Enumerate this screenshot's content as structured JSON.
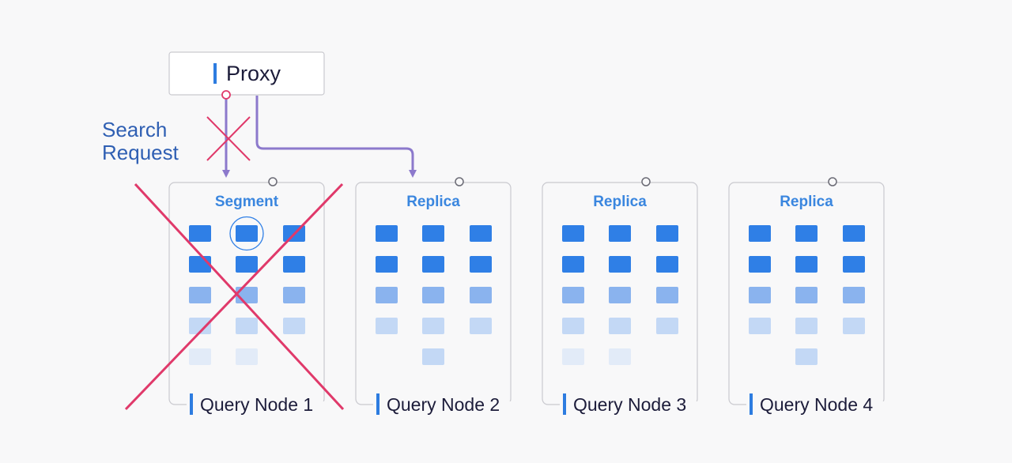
{
  "proxy": {
    "label": "Proxy"
  },
  "search_request": {
    "line1": "Search",
    "line2": "Request"
  },
  "nodes": [
    {
      "label": "Query Node 1",
      "header": "Segment",
      "failed": true,
      "rows": [
        [
          "full",
          "full",
          "full"
        ],
        [
          "full",
          "full",
          "full"
        ],
        [
          "mid",
          "mid",
          "mid"
        ],
        [
          "light",
          "light",
          "light"
        ],
        [
          "faint",
          "faint",
          "none"
        ]
      ]
    },
    {
      "label": "Query Node 2",
      "header": "Replica",
      "failed": false,
      "rows": [
        [
          "full",
          "full",
          "full"
        ],
        [
          "full",
          "full",
          "full"
        ],
        [
          "mid",
          "mid",
          "mid"
        ],
        [
          "light",
          "light",
          "light"
        ],
        [
          "none",
          "light",
          "none"
        ]
      ]
    },
    {
      "label": "Query Node 3",
      "header": "Replica",
      "failed": false,
      "rows": [
        [
          "full",
          "full",
          "full"
        ],
        [
          "full",
          "full",
          "full"
        ],
        [
          "mid",
          "mid",
          "mid"
        ],
        [
          "light",
          "light",
          "light"
        ],
        [
          "faint",
          "faint",
          "none"
        ]
      ]
    },
    {
      "label": "Query Node 4",
      "header": "Replica",
      "failed": false,
      "rows": [
        [
          "full",
          "full",
          "full"
        ],
        [
          "full",
          "full",
          "full"
        ],
        [
          "mid",
          "mid",
          "mid"
        ],
        [
          "light",
          "light",
          "light"
        ],
        [
          "none",
          "light",
          "none"
        ]
      ]
    }
  ],
  "colors": {
    "background": "#f8f8f9",
    "accent_blue": "#2d7ce0",
    "header_blue": "#3a86df",
    "search_text": "#2f5fb3",
    "arrow_purple": "#8c79cc",
    "failure_red": "#e0396a",
    "border_gray": "#c9c9cf",
    "text_dark": "#1c1c3a",
    "cell_full": "#2f7fe6",
    "cell_mid": "#8ab3ee",
    "cell_light": "#c3d8f5",
    "cell_faint": "#e2ebf8"
  },
  "icons": {
    "failure_mark": "x-cross-icon",
    "connector": "circle-port-icon",
    "label_accent": "vertical-bar-icon"
  }
}
